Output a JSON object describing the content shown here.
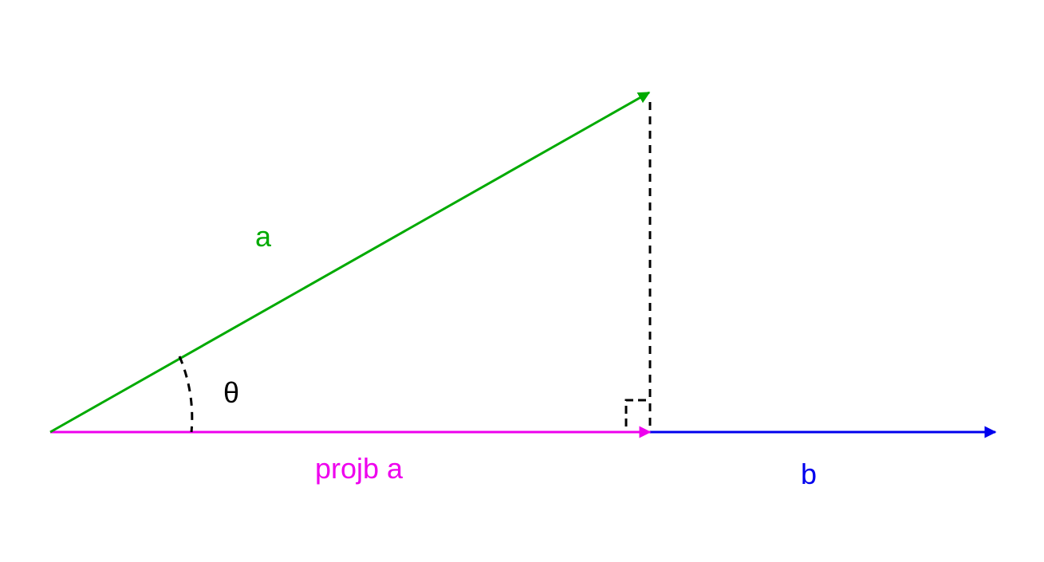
{
  "labels": {
    "vector_a": "a",
    "angle": "θ",
    "projection": "projb a",
    "vector_b": "b"
  },
  "colors": {
    "vector_a": "#00aa00",
    "projection": "#ee00ee",
    "vector_b": "#0000ee",
    "construction": "#000000",
    "background": "#ffffff"
  }
}
